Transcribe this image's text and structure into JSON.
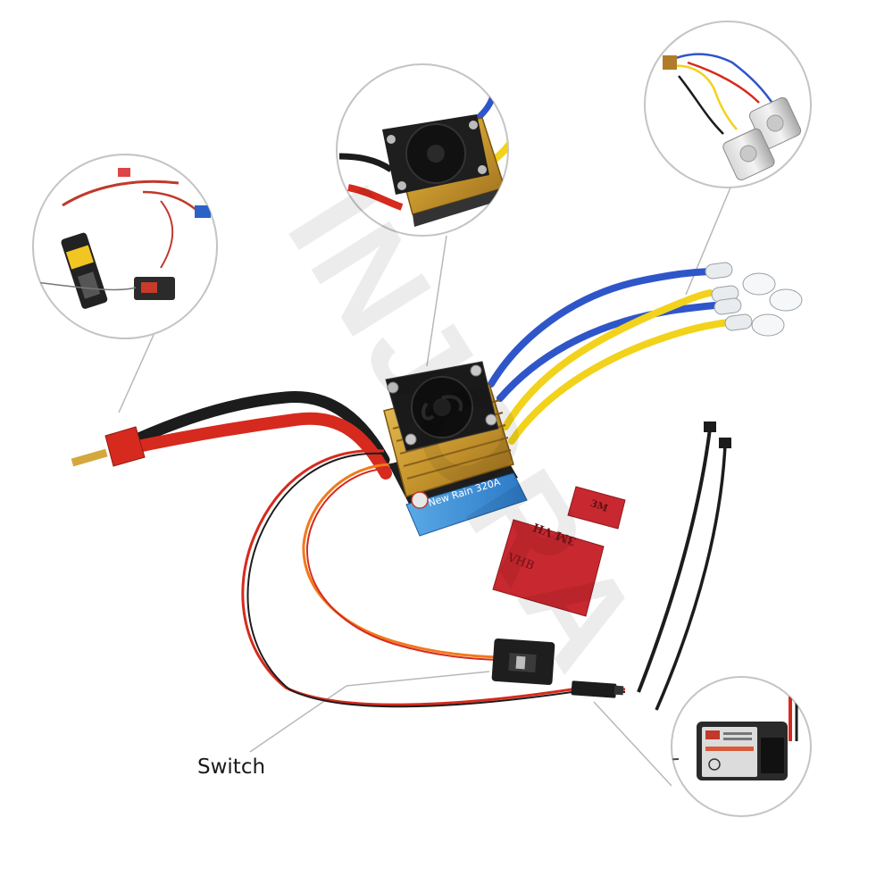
{
  "labels": {
    "switch": "Switch",
    "esc_model": "New Rain 320A",
    "tape_small": "3M",
    "tape_big_line1": "3M VH",
    "tape_big_line2": "VHB"
  },
  "watermark": "INJORA",
  "colors": {
    "background": "#ffffff",
    "blue_wire": "#2f56c9",
    "yellow_wire": "#f2d21b",
    "red_wire": "#d62a1e",
    "black_wire": "#1c1c1c",
    "orange_wire": "#f07a1c",
    "heatsink_gold": "#c9982f",
    "esc_base_blue": "#3a8fd6",
    "tape_red": "#c8282f",
    "callout_line": "#b8b8b8"
  }
}
